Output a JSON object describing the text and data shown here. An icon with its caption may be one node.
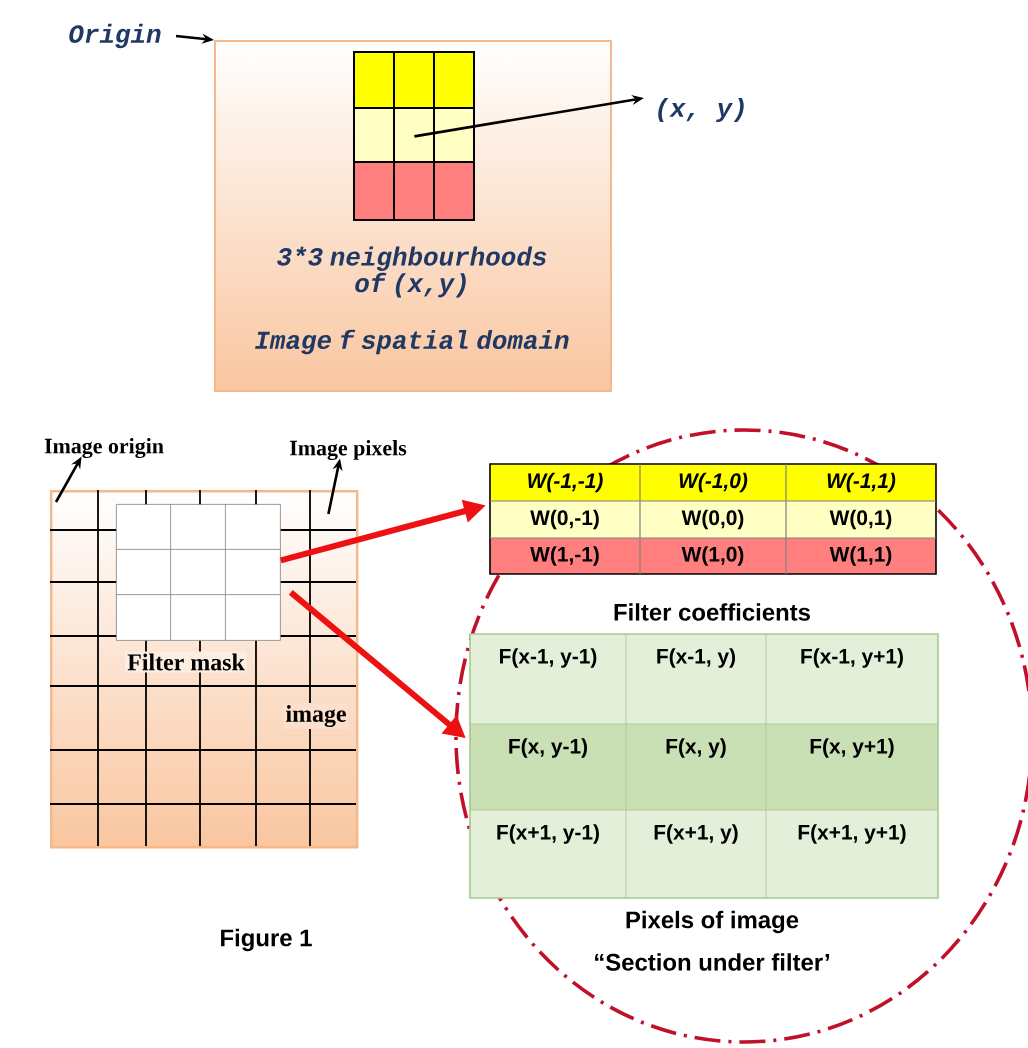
{
  "diagram": {
    "caption": "Figure 1",
    "nodes": [
      {
        "text": [
          "3*3 neighbourhoods of (x,y)",
          "Image f spatial domain"
        ]
      },
      {
        "text": [
          "Origin"
        ]
      },
      {
        "text": [],
        "shape": "box",
        "in": 0
      },
      {
        "text": [
          "(x, y)"
        ]
      },
      {
        "text": [
          "image"
        ]
      },
      {
        "text": [
          "Filter mask"
        ],
        "in": 4
      },
      {
        "text": [
          "Image origin"
        ]
      },
      {
        "text": [
          "Image pixels"
        ]
      },
      {
        "text": [],
        "shape": "circle"
      },
      {
        "text": [
          "Filter coefficients"
        ],
        "in": 8
      },
      {
        "text": [
          "Pixels of image",
          "“Section under filter’"
        ],
        "in": 8
      }
    ],
    "edges": [
      {
        "from": 1,
        "to": 0,
        "arrow": "to"
      },
      {
        "from": 2,
        "to": 3,
        "arrow": "to"
      },
      {
        "from": 4,
        "to": 6,
        "arrow": "to"
      },
      {
        "from": 4,
        "to": 7,
        "arrow": "to"
      },
      {
        "from": 5,
        "to": 9,
        "arrow": "to",
        "style": "thick",
        "color": "#ee1111"
      },
      {
        "from": 5,
        "to": 10,
        "arrow": "to",
        "style": "thick",
        "color": "#ee1111"
      }
    ],
    "labels": [
      "W(-1,-1)",
      "W(-1,0)",
      "W(-1,1)",
      "W(0,-1)",
      "W(0,0)",
      "W(0,1)",
      "W(1,-1)",
      "W(1,0)",
      "W(1,1)",
      "F(x-1, y-1)",
      "F(x-1, y)",
      "F(x-1, y+1)",
      "F(x, y-1)",
      "F(x, y)",
      "F(x, y+1)",
      "F(x+1, y-1)",
      "F(x+1, y)",
      "F(x+1, y+1)"
    ]
  }
}
